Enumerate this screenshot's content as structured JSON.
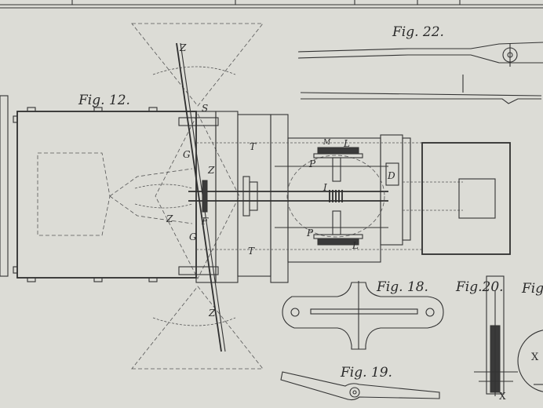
{
  "figures": {
    "fig12": "Fig. 12.",
    "fig22": "Fig. 22.",
    "fig18": "Fig. 18.",
    "fig19": "Fig. 19.",
    "fig20": "Fig.20.",
    "fig_partial": "Fig."
  },
  "letters": {
    "z_top": "Z",
    "s": "S",
    "g_top": "G",
    "z_mid": "Z",
    "t_top": "T",
    "f": "F",
    "z_low": "Z",
    "g_low": "G",
    "t_low": "T",
    "z_bottom": "Z",
    "m": "M",
    "l_top": "L",
    "p_top": "P",
    "i": "I",
    "d": "D",
    "p_low": "P",
    "l_low": "L",
    "x_right": "X",
    "x_bottom": "X"
  }
}
